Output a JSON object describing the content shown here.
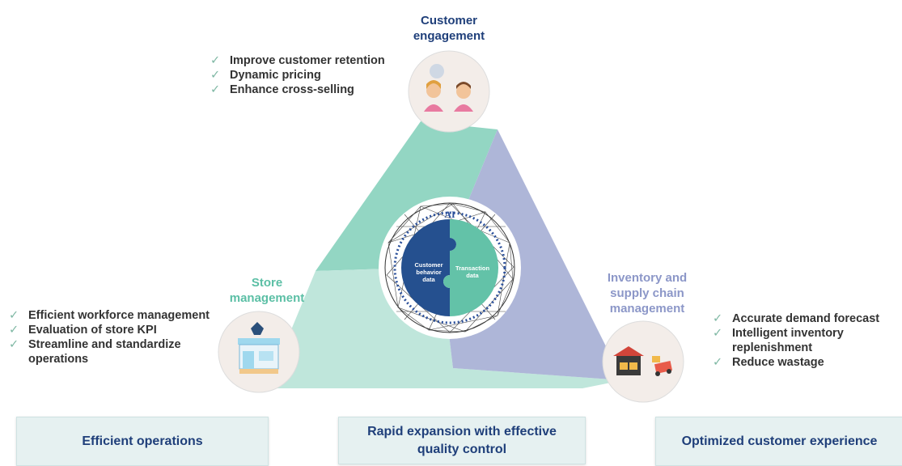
{
  "nodes": {
    "customer": {
      "title_line1": "Customer",
      "title_line2": "engagement",
      "color": "#1f3f7a"
    },
    "store": {
      "title_line1": "Store",
      "title_line2": "management",
      "color": "#5bbfa5"
    },
    "inventory": {
      "title_line1": "Inventory and",
      "title_line2": "supply chain",
      "title_line3": "management",
      "color": "#8c97c8"
    }
  },
  "customer_items": [
    "Improve customer retention",
    "Dynamic pricing",
    "Enhance cross-selling"
  ],
  "store_items": [
    "Efficient workforce management",
    "Evaluation of store KPI",
    "Streamline and standardize operations"
  ],
  "inventory_items": [
    "Accurate demand forecast",
    "Intelligent inventory replenishment",
    "Reduce wastage"
  ],
  "center": {
    "ai_label": "AI",
    "left_label": "Customer behavior data",
    "right_label": "Transaction data"
  },
  "bottom": {
    "left": "Efficient operations",
    "middle": "Rapid expansion with effective quality control",
    "right": "Optimized customer experience"
  },
  "colors": {
    "teal": "#93d6c3",
    "teal_light": "#bfe6db",
    "lavender": "#aeb6d8",
    "navy": "#1f3f7a",
    "check": "#7fb8a4"
  }
}
